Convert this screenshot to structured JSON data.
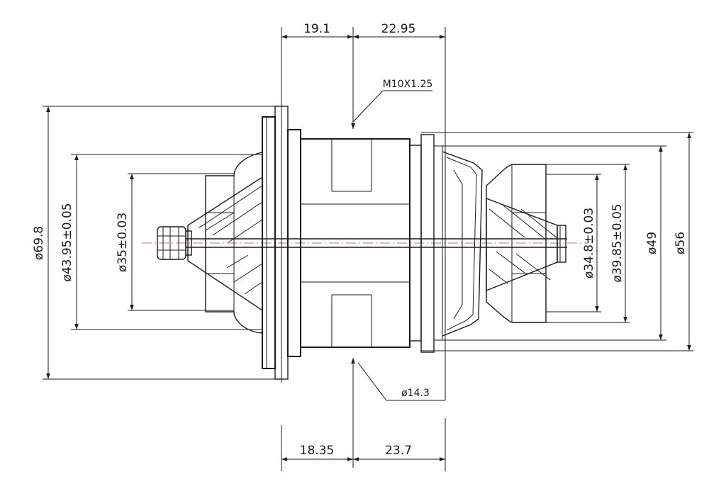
{
  "dimensions": {
    "top_left": "19.1",
    "top_right": "22.95",
    "thread": "M10X1.25",
    "bottom_left": "18.35",
    "bottom_right": "23.7",
    "bore": "ø14.3",
    "dia_outer_left": "ø69.8",
    "dia_mid_left": "ø43.95±0.05",
    "dia_inner_left": "ø35±0.03",
    "dia_inner_right": "ø34.8±0.03",
    "dia_mid_right": "ø39.85±0.05",
    "dia_wheel_right": "ø49",
    "dia_outer_right": "ø56"
  },
  "colors": {
    "line": "#1a1a1a",
    "centerline": "#c04040",
    "background": "#ffffff"
  }
}
